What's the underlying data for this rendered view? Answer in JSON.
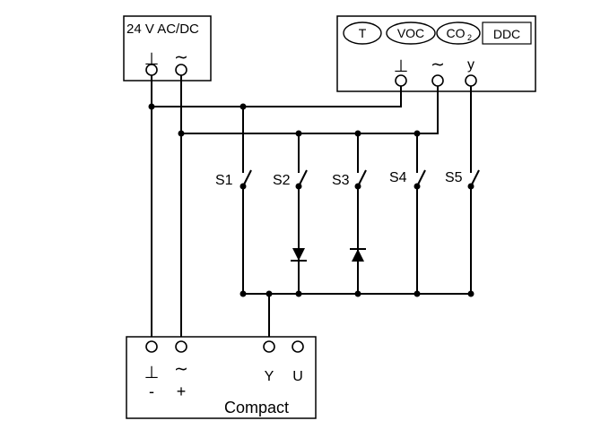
{
  "supply": {
    "title": "24 V AC/DC",
    "terminals": [
      "⊥",
      "∼"
    ]
  },
  "sensor": {
    "badges": [
      "T",
      "VOC",
      "CO",
      "2",
      "DDC"
    ],
    "terminals": [
      "⊥",
      "∼",
      "y"
    ]
  },
  "switches": [
    "S1",
    "S2",
    "S3",
    "S4",
    "S5"
  ],
  "actuator": {
    "name": "Compact",
    "terminal_symbols": [
      "⊥",
      "∼",
      "Y",
      "U"
    ],
    "polarity": [
      "-",
      "+"
    ]
  },
  "colors": {
    "line": "#000000",
    "background": "#ffffff"
  },
  "components": [
    "diode-icon",
    "diode-icon",
    "switch-contact-icon",
    "terminal-circle-icon"
  ]
}
